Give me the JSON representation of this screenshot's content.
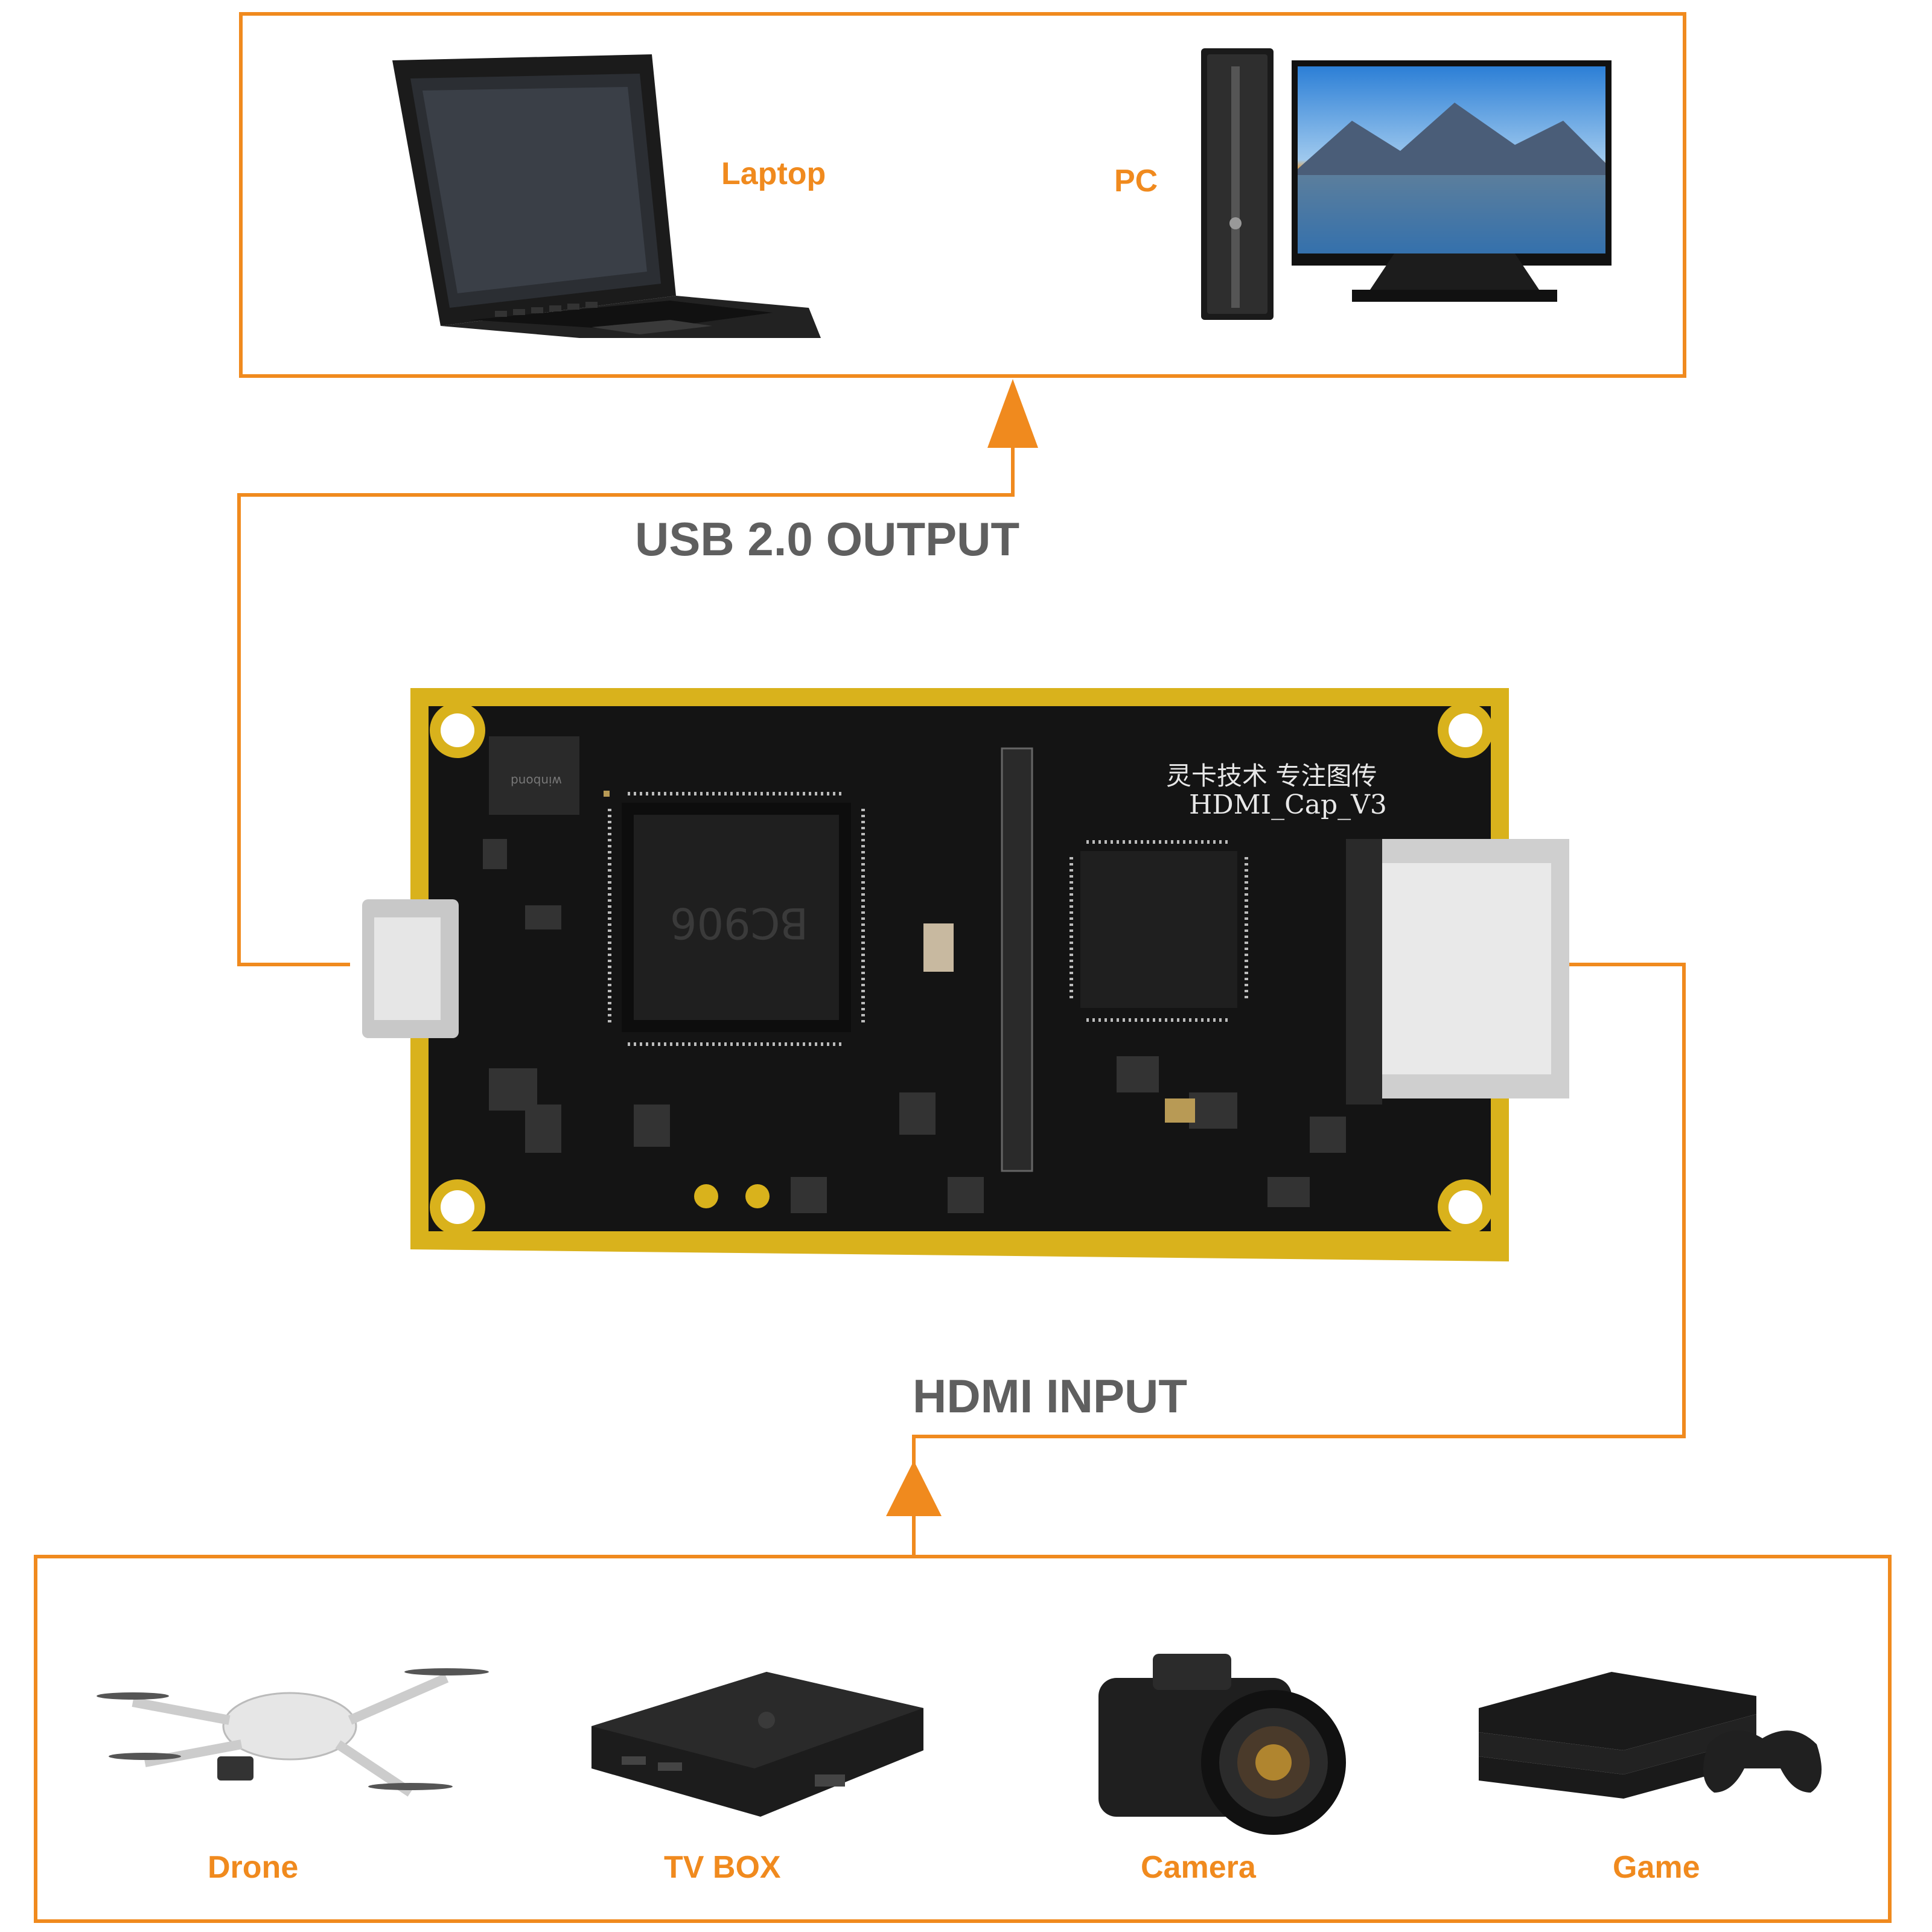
{
  "colors": {
    "accent": "#F08A1E",
    "label_grey": "#5F5F5F",
    "pcb_gold": "#D9B21C",
    "pcb_black": "#141414"
  },
  "output_devices": {
    "laptop": "Laptop",
    "pc": "PC"
  },
  "usb_output_label": "USB 2.0 OUTPUT",
  "hdmi_input_label": "HDMI INPUT",
  "board": {
    "silk_chinese": "灵卡技术 专注图传",
    "silk_model": "HDMI_Cap_V3",
    "main_chip": "BC906",
    "flash_chip": "winbond"
  },
  "input_devices": {
    "drone": "Drone",
    "tv_box": "TV BOX",
    "camera": "Camera",
    "game": "Game"
  },
  "icons": [
    "laptop-icon",
    "pc-icon",
    "up-arrow-icon",
    "pcb-board-image",
    "drone-icon",
    "tv-box-icon",
    "camera-icon",
    "game-console-icon"
  ]
}
